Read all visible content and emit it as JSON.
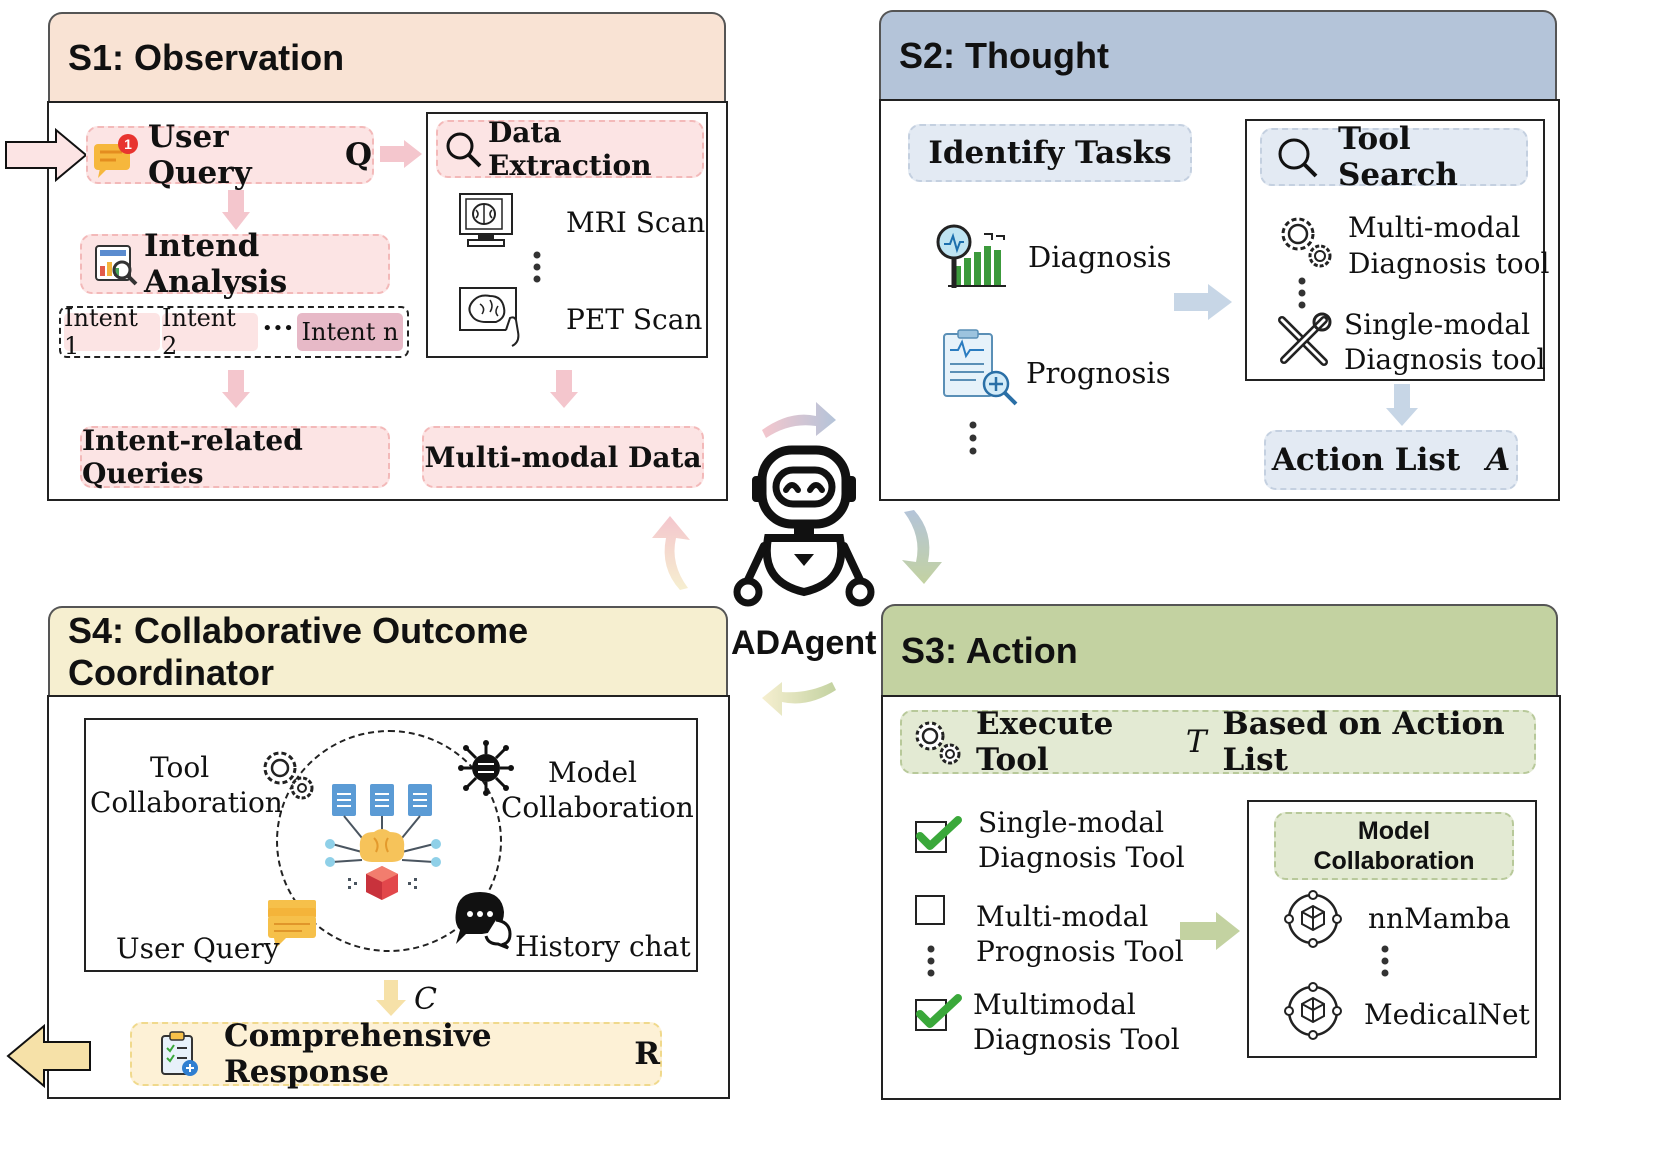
{
  "agent": {
    "name": "ADAgent"
  },
  "s1": {
    "title": "S1: Observation",
    "user_query": "User Query",
    "user_query_symbol": "Q",
    "intend_analysis": "Intend Analysis",
    "intents": [
      "Intent 1",
      "Intent 2",
      "•••",
      "Intent n"
    ],
    "intent_related": "Intent-related Queries",
    "data_extraction": "Data Extraction",
    "mri": "MRI Scan",
    "pet": "PET Scan",
    "multimodal_data": "Multi-modal Data"
  },
  "s2": {
    "title": "S2: Thought",
    "identify_tasks": "Identify Tasks",
    "diagnosis": "Diagnosis",
    "prognosis": "Prognosis",
    "tool_search": "Tool Search",
    "multi_tool_line1": "Multi-modal",
    "multi_tool_line2": "Diagnosis tool",
    "single_tool_line1": "Single-modal",
    "single_tool_line2": "Diagnosis tool",
    "action_list": "Action List",
    "action_symbol": "A"
  },
  "s3": {
    "title": "S3: Action",
    "execute_prefix": "Execute Tool",
    "execute_symbol": "T",
    "execute_suffix": "Based on Action List",
    "items": [
      {
        "line1": "Single-modal",
        "line2": "Diagnosis Tool",
        "checked": true
      },
      {
        "line1": "Multi-modal",
        "line2": "Prognosis Tool",
        "checked": false
      },
      {
        "line1": "Multimodal",
        "line2": "Diagnosis Tool",
        "checked": true
      }
    ],
    "model_collab_line1": "Model",
    "model_collab_line2": "Collaboration",
    "models": [
      "nnMamba",
      "MedicalNet"
    ]
  },
  "s4": {
    "title": "S4: Collaborative Outcome Coordinator",
    "tool_collab_line1": "Tool",
    "tool_collab_line2": "Collaboration",
    "model_collab_line1": "Model",
    "model_collab_line2": "Collaboration",
    "user_query": "User Query",
    "history_chat": "History chat",
    "symbol": "C",
    "response": "Comprehensive Response",
    "response_symbol": "R"
  },
  "colors": {
    "s1_header": "#f9e3d4",
    "s2_header": "#b4c4d9",
    "s3_header": "#c3d2a1",
    "s4_header": "#f6efd0",
    "pink_pill": "#fce4e4",
    "blue_pill": "#e3eaf3",
    "green_pill": "#e3ead3",
    "yellow_pill": "#fdf1d6",
    "check_green": "#3aa83a"
  }
}
